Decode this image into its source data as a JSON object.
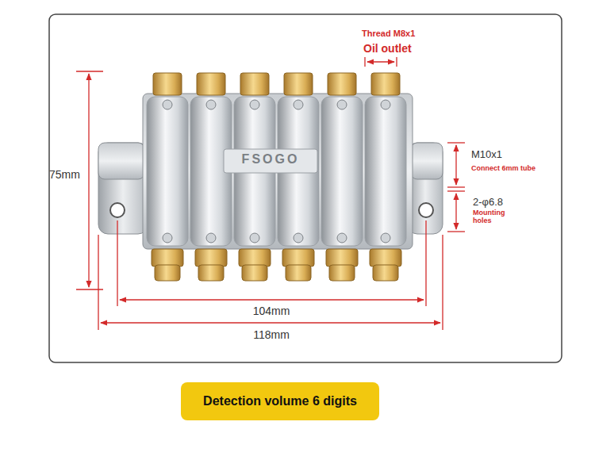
{
  "diagram": {
    "nodes": [
      {
        "text": [
          "Detection volume 6 digits"
        ]
      }
    ],
    "labels": [
      "Thread M8x1",
      "Oil outlet",
      "75mm",
      "M10x1",
      "Connect 6mm tube",
      "2-φ6.8",
      "Mounting holes",
      "104mm",
      "118mm",
      "FSOGO"
    ]
  }
}
